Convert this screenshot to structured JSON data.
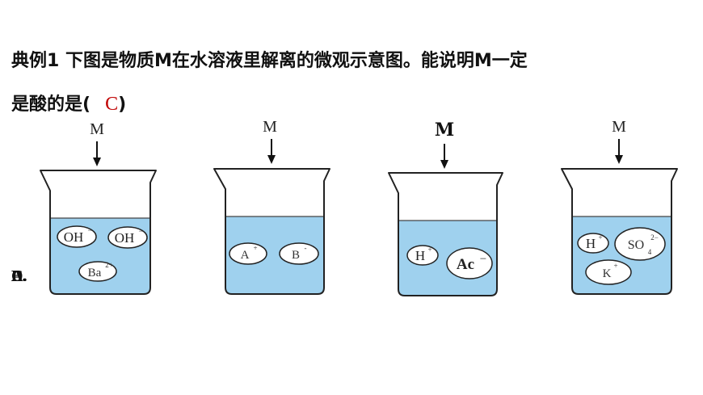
{
  "question": {
    "line1": "典例1 下图是物质M在水溶液里解离的微观示意图。能说明M一定",
    "line2_prefix": "是酸的是(",
    "answer": "C",
    "line2_suffix": ")"
  },
  "options": [
    "A.",
    "B.",
    "C.",
    "D."
  ],
  "beakers": [
    {
      "label": "M",
      "ions": [
        {
          "text": "OH",
          "charge": "−"
        },
        {
          "text": "OH",
          "charge": "−"
        },
        {
          "text": "Ba",
          "charge": "2+"
        }
      ]
    },
    {
      "label": "M",
      "ions": [
        {
          "text": "A",
          "charge": "+"
        },
        {
          "text": "B",
          "charge": "-"
        }
      ]
    },
    {
      "label": "M",
      "ions": [
        {
          "text": "H",
          "charge": "+"
        },
        {
          "text": "Ac",
          "charge": "−"
        }
      ]
    },
    {
      "label": "M",
      "ions": [
        {
          "text": "H",
          "charge": "+"
        },
        {
          "text": "SO",
          "charge": "2−",
          "subscript": "4"
        },
        {
          "text": "K",
          "charge": "+"
        }
      ]
    }
  ],
  "colors": {
    "water": "#9fd1ee",
    "outline": "#222222",
    "answer": "#c00000"
  }
}
